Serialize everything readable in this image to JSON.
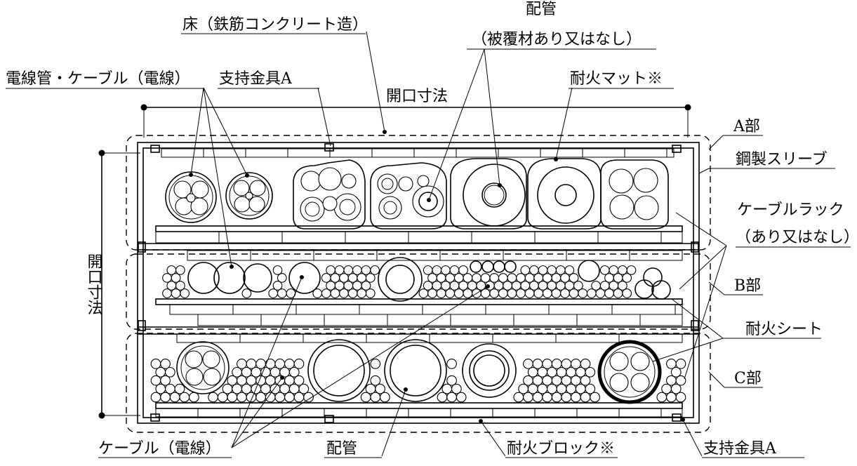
{
  "labels": {
    "floor": "床（鉄筋コンクリート造）",
    "pipe_top": "配管",
    "pipe_top_sub": "（被覆材あり又はなし）",
    "conduit_cable": "電線管・ケーブル（電線）",
    "support_top": "支持金具A",
    "fire_mat": "耐火マット※",
    "opening_width": "開口寸法",
    "opening_height": "開口寸法",
    "section_a": "A部",
    "steel_sleeve": "鋼製スリーブ",
    "cable_rack": "ケーブルラック",
    "cable_rack_sub": "（あり又はなし）",
    "section_b": "B部",
    "fire_sheet": "耐火シート",
    "section_c": "C部",
    "cable_bottom": "ケーブル（電線）",
    "pipe_bottom": "配管",
    "fire_block": "耐火ブロック※",
    "support_bottom": "支持金具A"
  }
}
